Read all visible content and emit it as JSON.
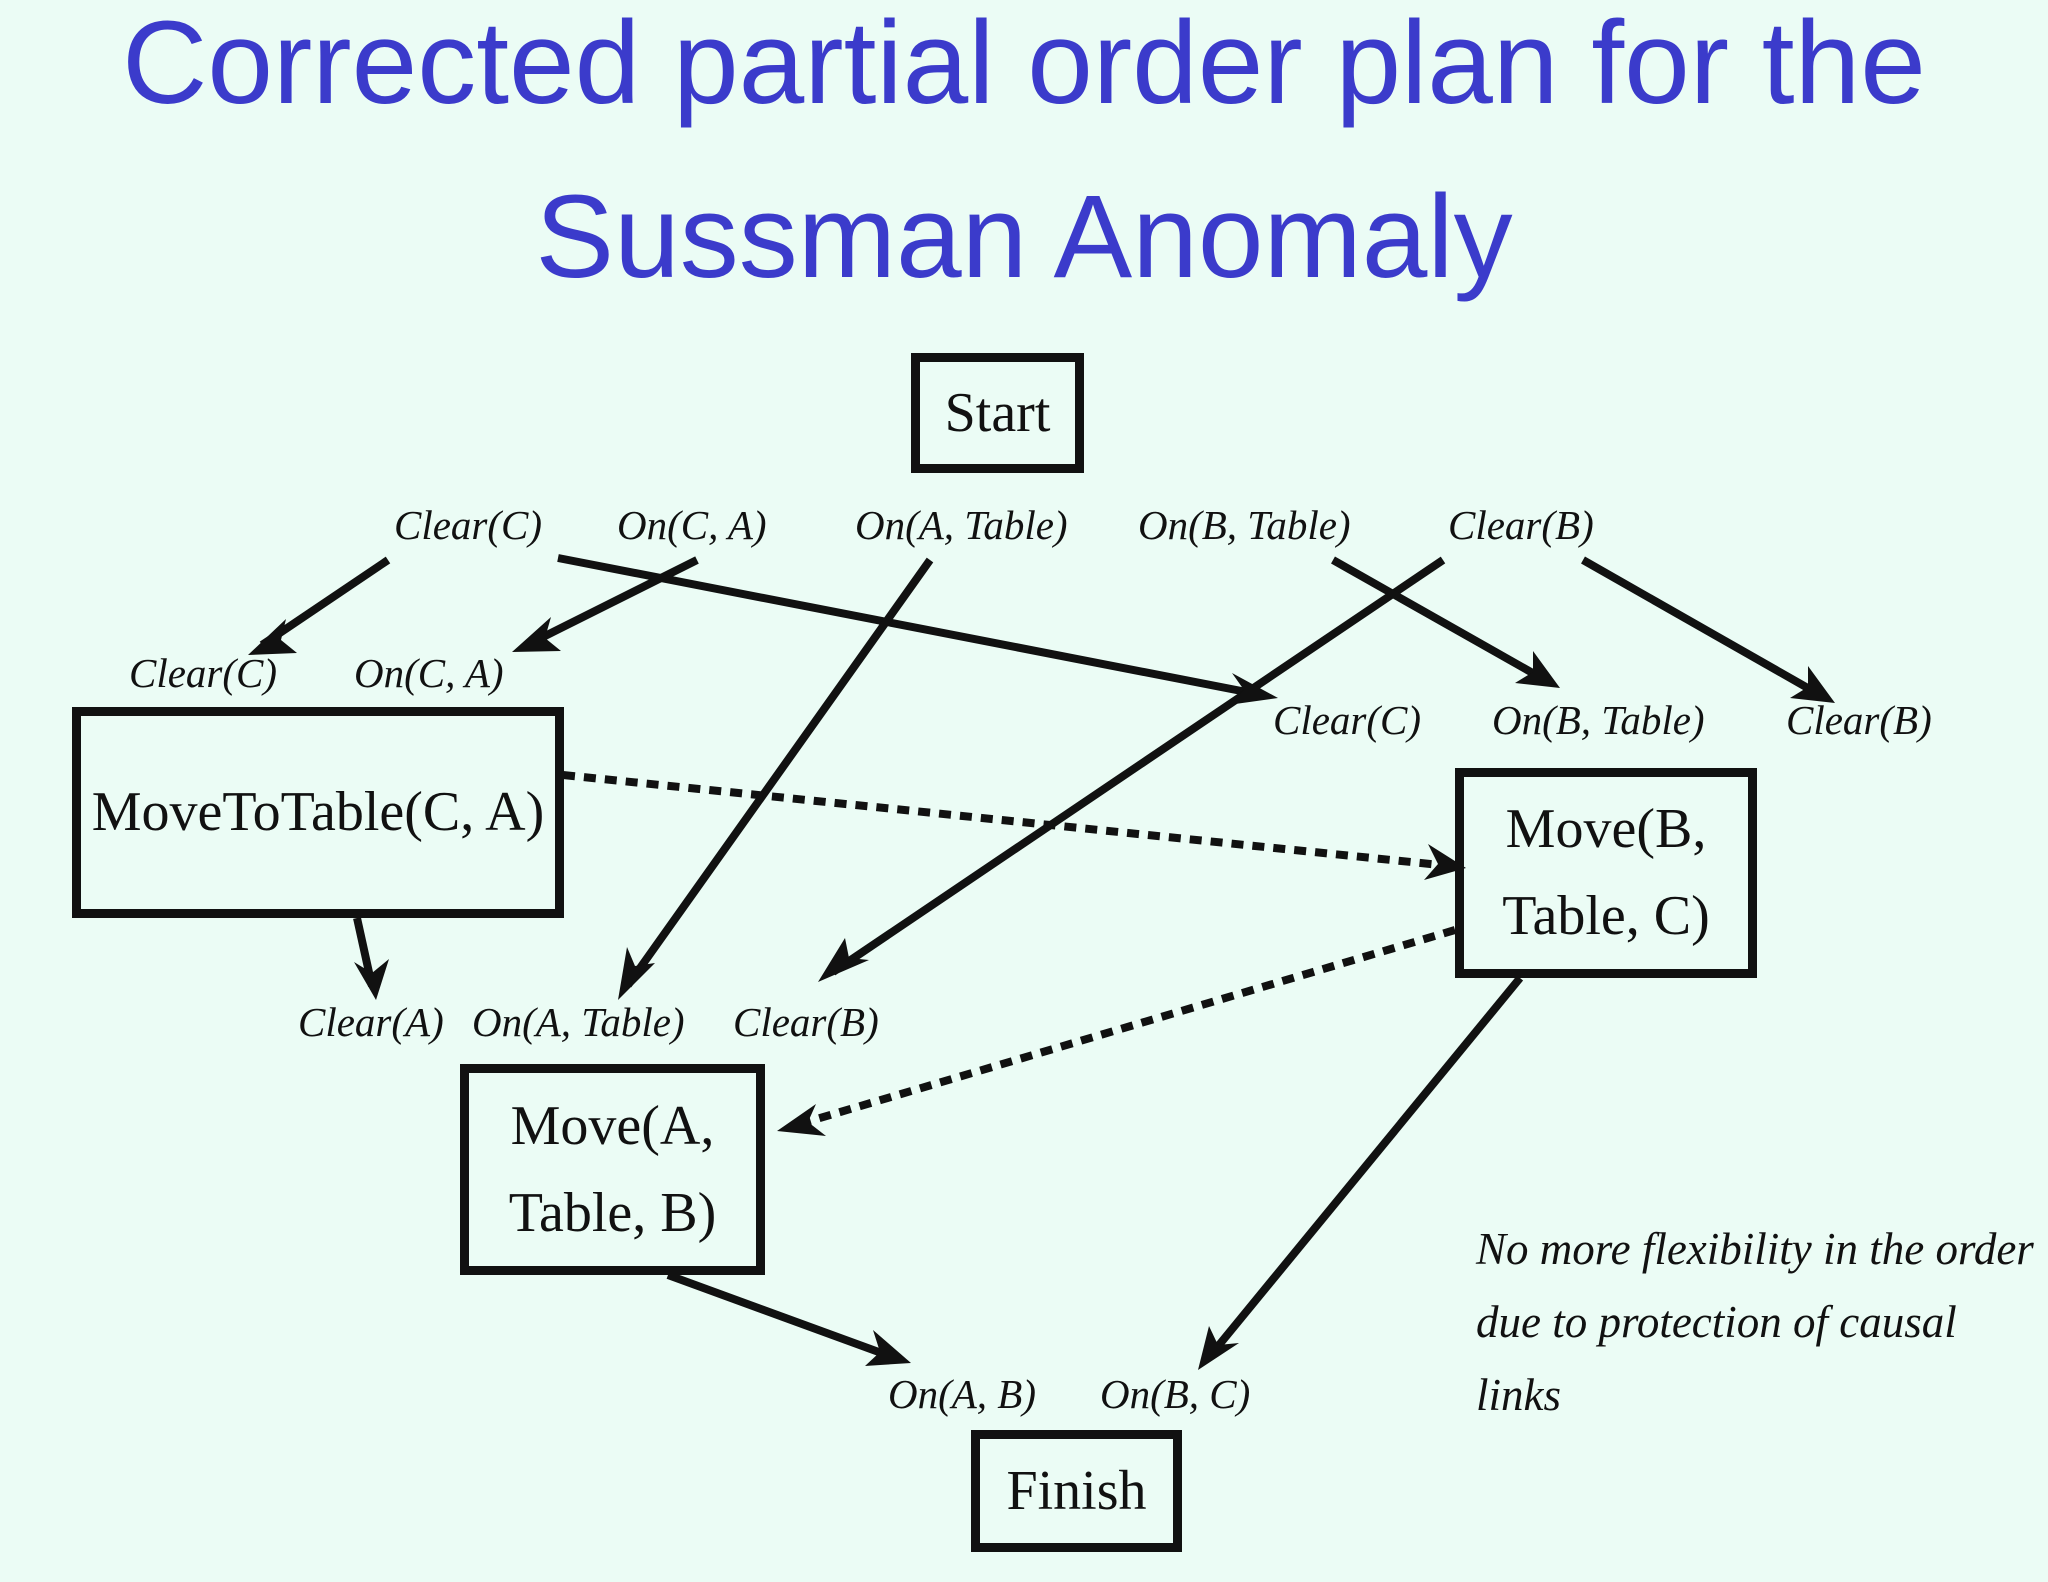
{
  "title": {
    "line1": "Corrected partial order plan for the",
    "line2": "Sussman Anomaly"
  },
  "nodes": {
    "start": "Start",
    "move_to_table": "MoveToTable(C, A)",
    "move_b": "Move(B, Table, C)",
    "move_a": "Move(A, Table, B)",
    "finish": "Finish"
  },
  "start_effects": [
    "Clear(C)",
    "On(C, A)",
    "On(A, Table)",
    "On(B, Table)",
    "Clear(B)"
  ],
  "movetotable_preconditions": [
    "Clear(C)",
    "On(C, A)"
  ],
  "moveb_preconditions": [
    "Clear(C)",
    "On(B, Table)",
    "Clear(B)"
  ],
  "movea_preconditions": [
    "Clear(A)",
    "On(A, Table)",
    "Clear(B)"
  ],
  "finish_preconditions": [
    "On(A, B)",
    "On(B, C)"
  ],
  "note": "No more flexibility in the order due to protection of causal links",
  "colors": {
    "title": "#3b3bcb",
    "background": "#ebfcf5",
    "ink": "#111111"
  }
}
